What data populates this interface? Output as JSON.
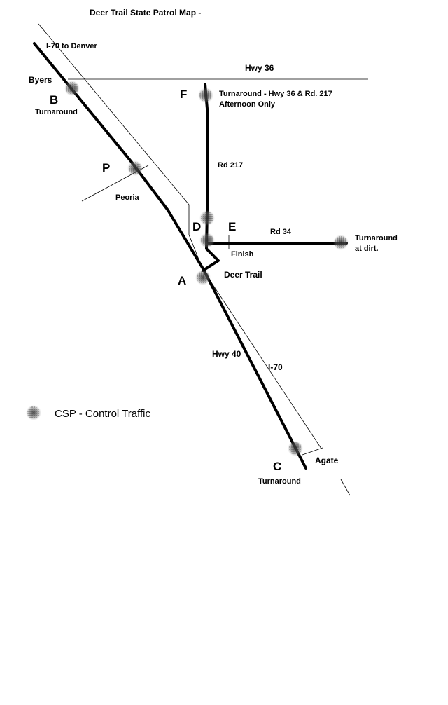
{
  "title": "Deer Trail State Patrol Map -",
  "labels": {
    "i70_denver": "I-70 to Denver",
    "byers": "Byers",
    "hwy36": "Hwy 36",
    "b_turnaround": "Turnaround",
    "f_note_line1": "Turnaround - Hwy 36 & Rd. 217",
    "f_note_line2": "Afternoon Only",
    "rd217": "Rd 217",
    "peoria": "Peoria",
    "rd34": "Rd 34",
    "e_turnaround_line1": "Turnaround",
    "e_turnaround_line2": "at dirt.",
    "finish": "Finish",
    "deer_trail": "Deer Trail",
    "hwy40": "Hwy 40",
    "i70": "I-70",
    "agate": "Agate",
    "c_turnaround": "Turnaround"
  },
  "points": {
    "A": "A",
    "B": "B",
    "C": "C",
    "D": "D",
    "E": "E",
    "F": "F",
    "P": "P"
  },
  "legend": {
    "text": "CSP - Control Traffic",
    "icon": "csp-marker-icon"
  },
  "colors": {
    "ink": "#000000",
    "background": "#ffffff",
    "marker": "#555555"
  }
}
